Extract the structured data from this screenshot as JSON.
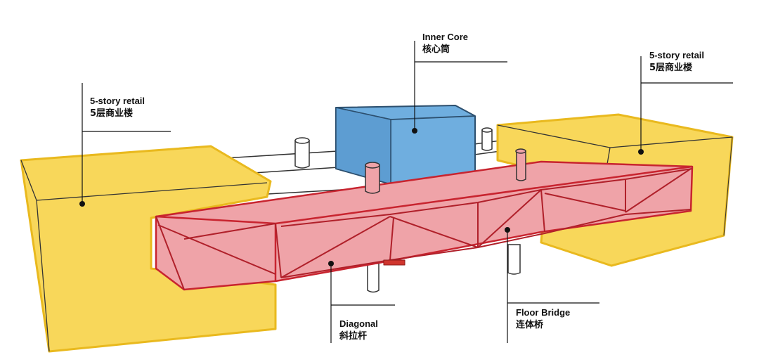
{
  "colors": {
    "retail_fill": "#F8D75A",
    "retail_stroke": "#E9B91E",
    "core_fill": "#6FAEDF",
    "core_stroke": "#2C4F6E",
    "bridge_fill": "#EFA3A8",
    "bridge_stroke": "#C8242F",
    "ink": "#222222"
  },
  "labels": {
    "inner_core": {
      "en": "Inner Core",
      "zh": "核心筒"
    },
    "retail_left": {
      "en": "5-story retail",
      "zh": "5层商业楼"
    },
    "retail_right": {
      "en": "5-story retail",
      "zh": "5层商业楼"
    },
    "diagonal": {
      "en": "Diagonal",
      "zh": "斜拉杆"
    },
    "floor_bridge": {
      "en": "Floor Bridge",
      "zh": "连体桥"
    }
  }
}
